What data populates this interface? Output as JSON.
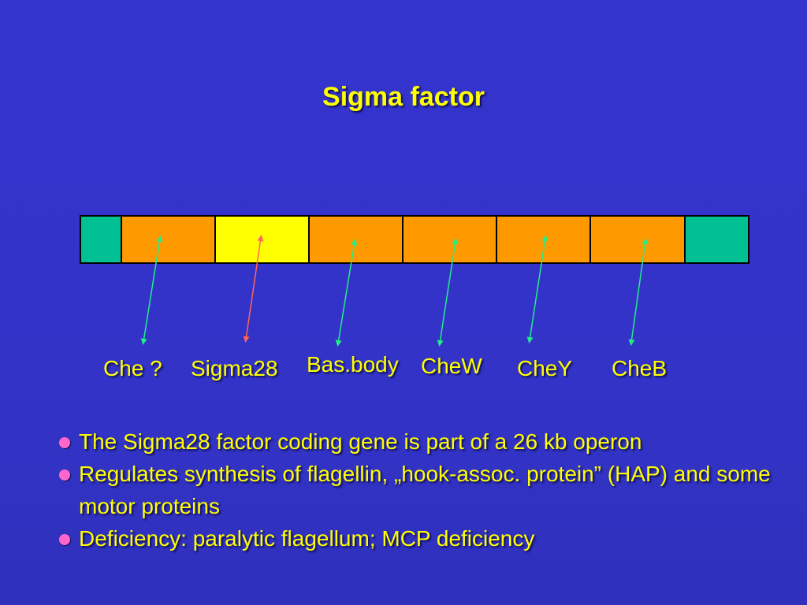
{
  "title": "Sigma factor",
  "genes": [
    {
      "label": "Che ?",
      "color": "#ff9900"
    },
    {
      "label": "Sigma28",
      "color": "#ffff00"
    },
    {
      "label": "Bas.body",
      "color": "#ff9900"
    },
    {
      "label": "CheW",
      "color": "#ff9900"
    },
    {
      "label": "CheY",
      "color": "#ff9900"
    },
    {
      "label": "CheB",
      "color": "#ff9900"
    }
  ],
  "flank_color": "#00c094",
  "arrow_colors": {
    "default": "#22ee88",
    "sigma": "#ff6655"
  },
  "bullets": [
    "The Sigma28 factor coding gene is part of a 26 kb operon",
    "Regulates synthesis of flagellin, „hook-assoc. protein” (HAP) and some motor proteins",
    "Deficiency: paralytic flagellum; MCP deficiency"
  ]
}
